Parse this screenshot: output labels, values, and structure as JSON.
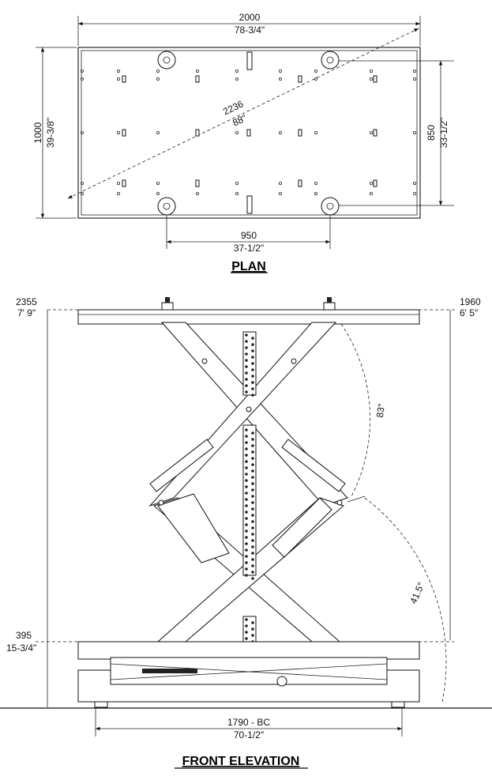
{
  "plan": {
    "title": "PLAN",
    "width_mm": "2000",
    "width_in": "78-3/4\"",
    "depth_mm": "1000",
    "depth_in": "39-3/8\"",
    "diagonal_mm": "2236",
    "diagonal_in": "88\"",
    "inner_depth_mm": "850",
    "inner_depth_in": "33-1/2\"",
    "pivot_spacing_mm": "950",
    "pivot_spacing_in": "37-1/2\""
  },
  "elevation": {
    "title": "FRONT ELEVATION",
    "max_height_mm": "2355",
    "max_height_in": "7' 9\"",
    "deck_height_mm": "1960",
    "deck_height_in": "6' 5\"",
    "min_height_mm": "395",
    "min_height_in": "15-3/4\"",
    "angle_upper": "83°",
    "angle_lower": "41.5°",
    "base_bc_mm": "1790 - BC",
    "base_bc_in": "70-1/2\""
  }
}
